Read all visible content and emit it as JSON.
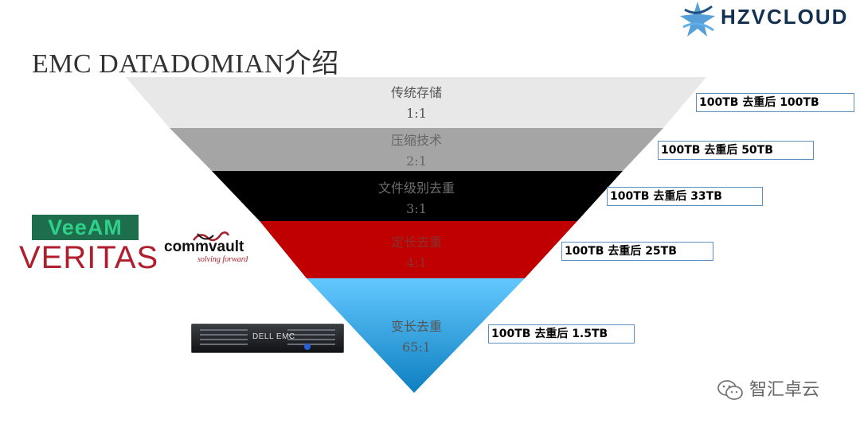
{
  "slide": {
    "title": "EMC DATADOMIAN介绍",
    "brand_logo": {
      "text": "HZVCLOUD",
      "icon": "star-swirl-logo-icon"
    },
    "watermark": {
      "text": "智汇卓云",
      "icon": "wechat-icon"
    }
  },
  "pyramid": {
    "layers": [
      {
        "name": "传统存储",
        "ratio": "1:1",
        "color": "#e8e8e8",
        "text_color": "#555555"
      },
      {
        "name": "压缩技术",
        "ratio": "2:1",
        "color": "#a5a5a5",
        "text_color": "#666666"
      },
      {
        "name": "文件级别去重",
        "ratio": "3:1",
        "color": "#000000",
        "text_color": "#6e6e6e"
      },
      {
        "name": "定长去重",
        "ratio": "4:1",
        "color": "#c00000",
        "text_color": "#8a3030"
      },
      {
        "name": "变长去重",
        "ratio": "65:1",
        "color_top": "#63c8ff",
        "color_bottom": "#0e7fc0",
        "text_color": "#555555"
      }
    ]
  },
  "results": [
    "100TB 去重后 100TB",
    "100TB 去重后 50TB",
    "100TB 去重后 33TB",
    "100TB 去重后 25TB",
    "100TB 去重后 1.5TB"
  ],
  "vendors": {
    "veeam": "VeeAM",
    "veritas": "VERITAS",
    "commvault": "commvault",
    "commvault_tagline": "solving forward",
    "appliance_label": "DELL EMC"
  }
}
